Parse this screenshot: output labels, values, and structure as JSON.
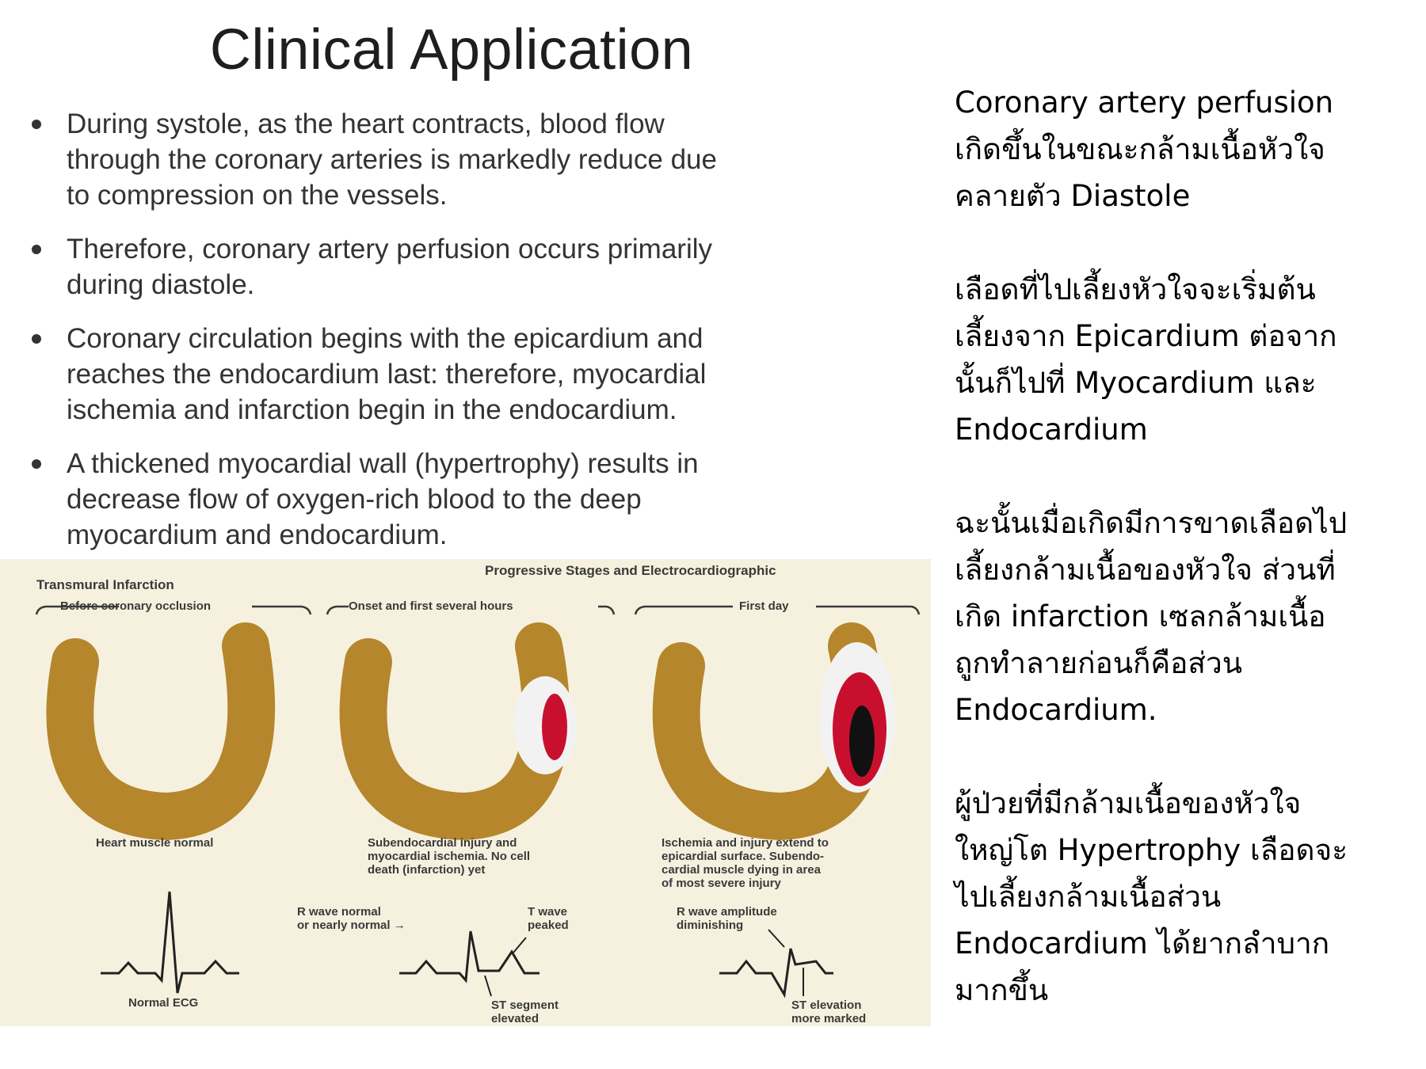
{
  "slide": {
    "title": "Clinical Application",
    "bullets": [
      [
        "During systole, as the heart contracts, blood flow",
        "through the coronary arteries is markedly reduce due",
        "to compression on the vessels."
      ],
      [
        "Therefore, coronary artery perfusion occurs primarily",
        "during diastole."
      ],
      [
        "Coronary circulation begins with the epicardium and",
        "reaches the endocardium last: therefore, myocardial",
        "ischemia and infarction begin in the endocardium."
      ],
      [
        "A thickened myocardial wall (hypertrophy) results in",
        "decrease flow of oxygen-rich blood to the deep",
        "myocardium and endocardium."
      ]
    ]
  },
  "diagram": {
    "header": "Progressive Stages and Electrocardiographic",
    "subtitle": "Transmural Infarction",
    "stages": [
      {
        "label": "Before coronary occlusion",
        "caption": [
          "Heart muscle normal"
        ]
      },
      {
        "label": "Onset and first several hours",
        "caption": [
          "Subendocardial injury and",
          "myocardial ischemia. No cell",
          "death (infarction) yet"
        ]
      },
      {
        "label": "First day",
        "caption": [
          "Ischemia and injury extend to",
          "epicardial surface. Subendo-",
          "cardial muscle dying in area",
          "of most severe injury"
        ]
      }
    ],
    "ecg_labels": {
      "normal": "Normal ECG",
      "r_wave_normal": [
        "R wave normal",
        "or nearly normal →"
      ],
      "t_wave": [
        "T wave",
        "peaked"
      ],
      "st_segment": [
        "ST segment",
        "elevated"
      ],
      "r_wave_amplitude": [
        "R wave amplitude",
        "diminishing"
      ],
      "st_elevation": [
        "ST elevation",
        "more marked"
      ]
    },
    "colors": {
      "muscle": "#b5862c",
      "injury": "#c8102e",
      "ischemia": "#f2f2f2",
      "necrosis": "#111111",
      "background": "#f6f1df"
    }
  },
  "notes": [
    [
      "Coronary artery perfusion",
      "เกิดขึ้นในขณะกล้ามเนื้อหัวใจ",
      "คลายตัว Diastole"
    ],
    [
      "เลือดที่ไปเลี้ยงหัวใจจะเริ่มต้น",
      "เลี้ยงจาก Epicardium ต่อจาก",
      "นั้นก็ไปที่ Myocardium และ",
      "Endocardium"
    ],
    [
      "ฉะนั้นเมื่อเกิดมีการขาดเลือดไป",
      "เลี้ยงกล้ามเนื้อของหัวใจ ส่วนที่",
      "เกิด infarction เซลกล้ามเนื้อ",
      "ถูกทำลายก่อนก็คือส่วน",
      "Endocardium."
    ],
    [
      "ผู้ป่วยที่มีกล้ามเนื้อของหัวใจ",
      "ใหญ่โต Hypertrophy เลือดจะ",
      "ไปเลี้ยงกล้ามเนื้อส่วน",
      "Endocardium ได้ยากลำบาก",
      "มากขึ้น"
    ]
  ]
}
